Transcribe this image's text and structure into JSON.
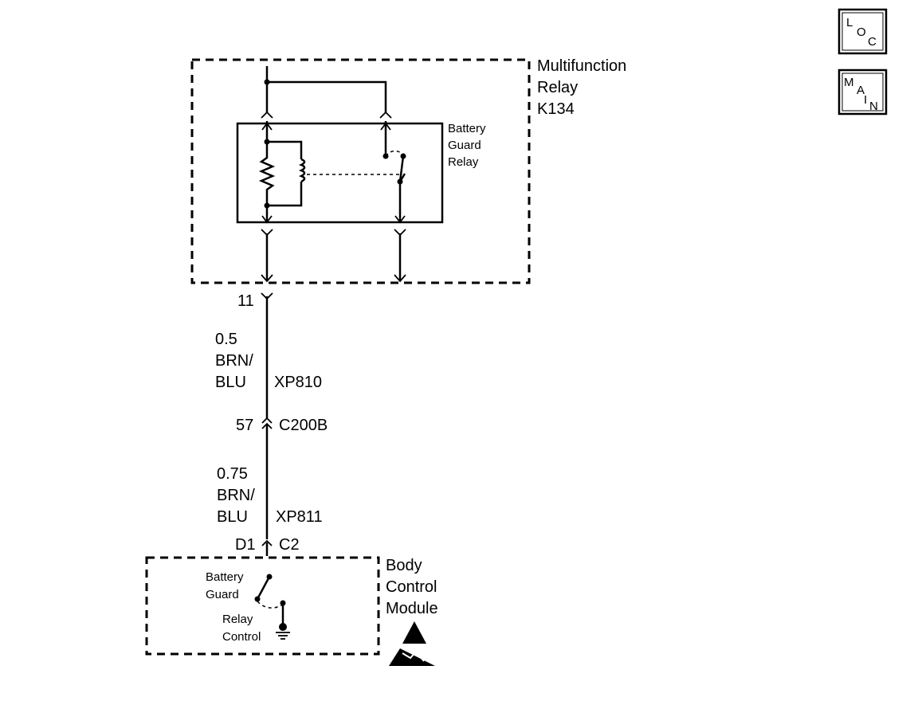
{
  "relay_module": {
    "name_line1": "Multifunction",
    "name_line2": "Relay",
    "name_line3": "K134",
    "inner_relay_line1": "Battery",
    "inner_relay_line2": "Guard",
    "inner_relay_line3": "Relay"
  },
  "wire_1": {
    "pin": "11",
    "size": "0.5",
    "color_line1": "BRN/",
    "color_line2": "BLU",
    "harness": "XP810"
  },
  "connector_c200b": {
    "pin": "57",
    "name": "C200B"
  },
  "wire_2": {
    "size": "0.75",
    "color_line1": "BRN/",
    "color_line2": "BLU",
    "harness": "XP811"
  },
  "bcm_connector": {
    "pin": "D1",
    "name": "C2"
  },
  "bcm": {
    "name_line1": "Body",
    "name_line2": "Control",
    "name_line3": "Module",
    "switch_line1": "Battery",
    "switch_line2": "Guard",
    "control_line1": "Relay",
    "control_line2": "Control"
  },
  "nav": {
    "loc": [
      "L",
      "O",
      "C"
    ],
    "main": [
      "M",
      "A",
      "I",
      "N"
    ]
  }
}
